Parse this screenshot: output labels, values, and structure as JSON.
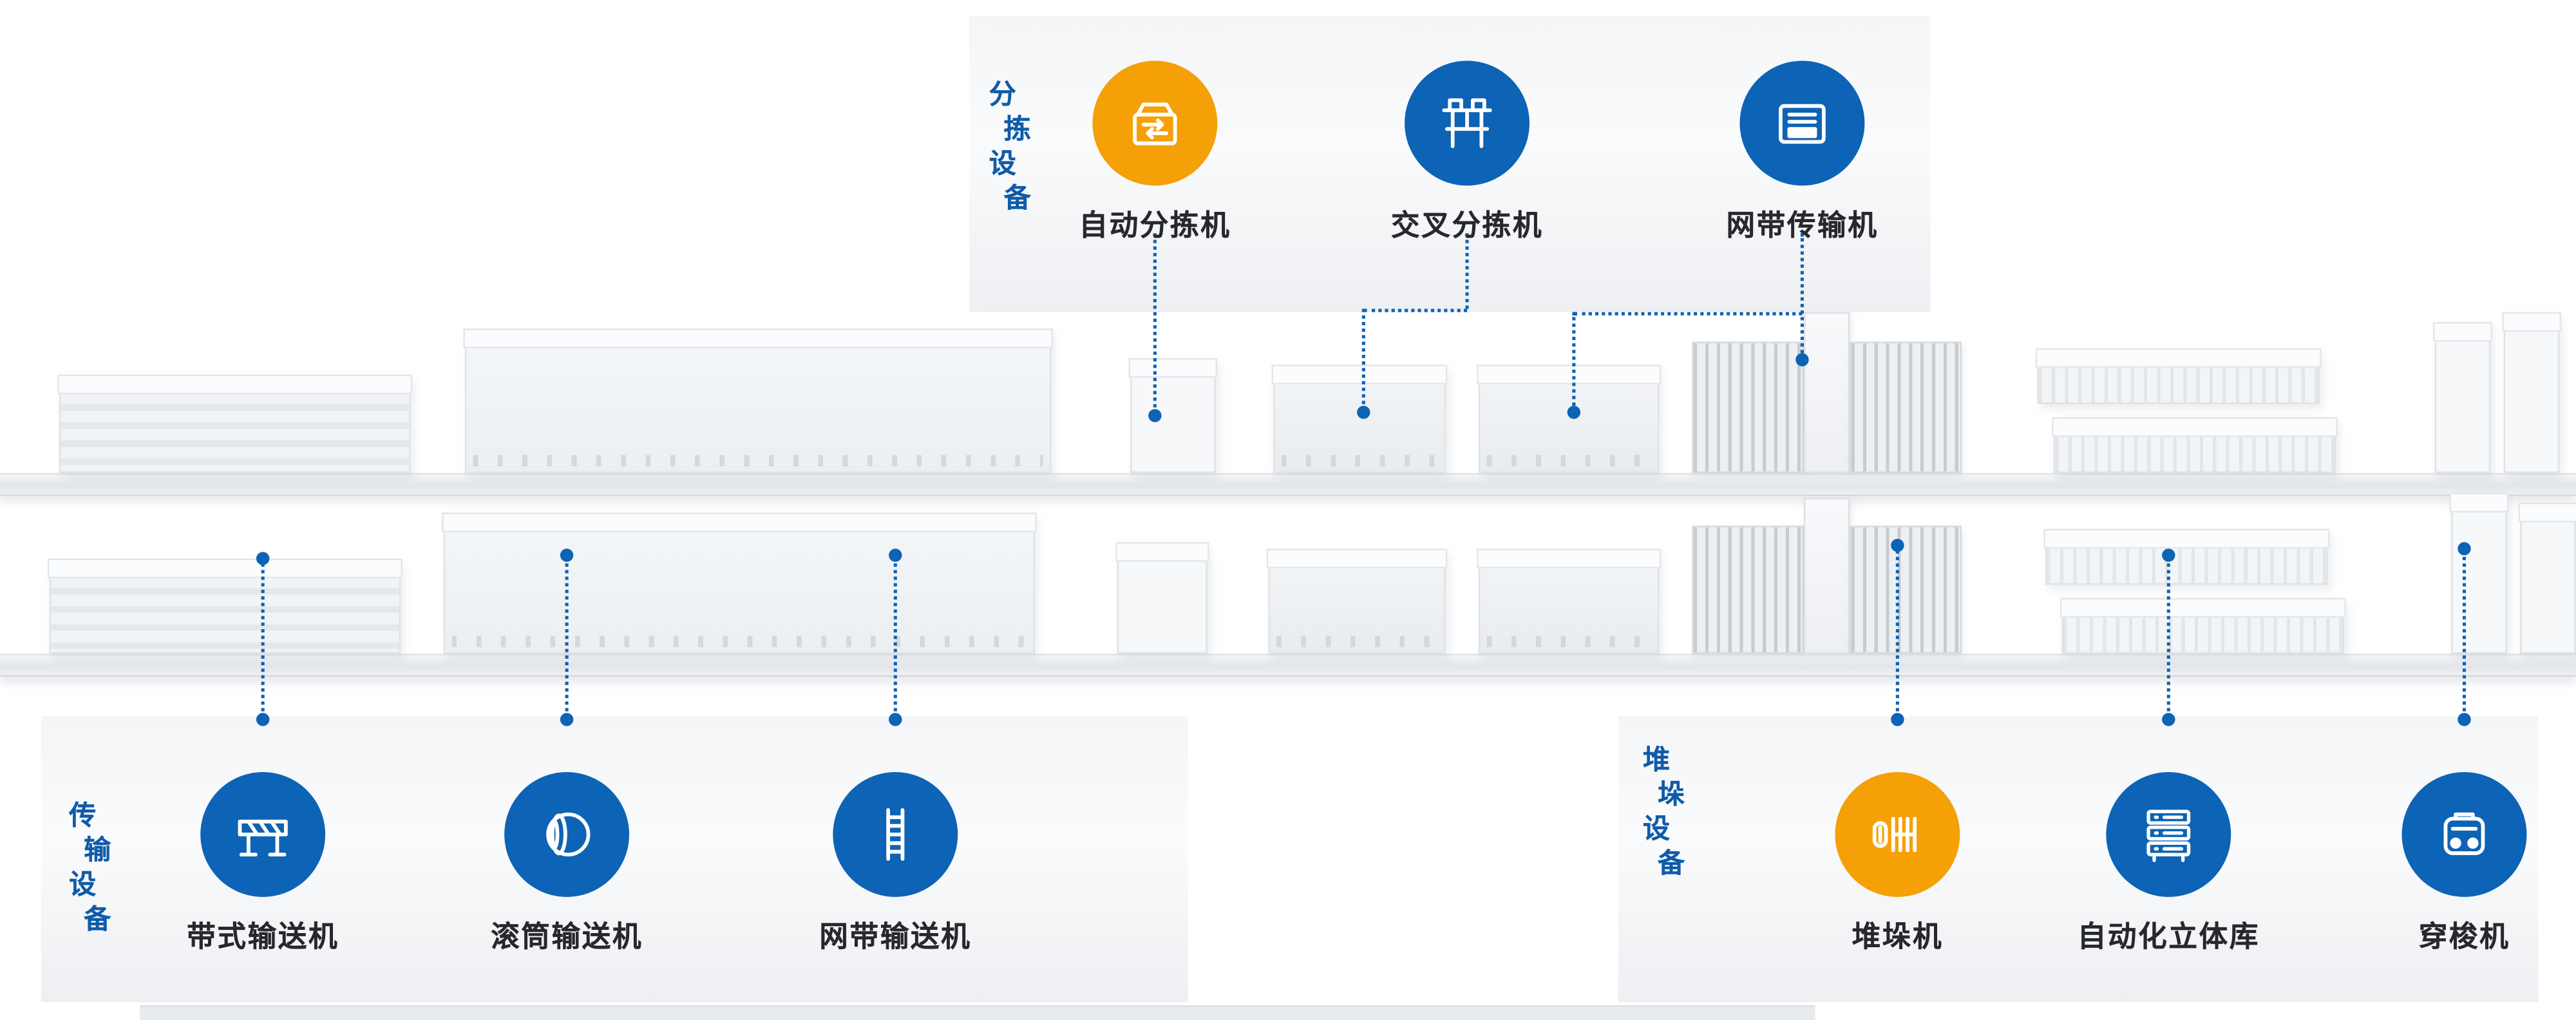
{
  "colors": {
    "accent_blue": "#0d63b5",
    "accent_orange": "#f5a006",
    "section_title": "#0f5ba8",
    "item_label": "#26282b",
    "panel_bg": "#f2f4f6"
  },
  "sections": {
    "sorting": {
      "title": "分拣设备",
      "items": [
        {
          "label": "自动分拣机",
          "icon": "auto-sorter-icon",
          "accent": "orange"
        },
        {
          "label": "交叉分拣机",
          "icon": "cross-sorter-icon",
          "accent": "blue"
        },
        {
          "label": "网带传输机",
          "icon": "mesh-belt-transfer-icon",
          "accent": "blue"
        }
      ]
    },
    "transport": {
      "title": "传输设备",
      "items": [
        {
          "label": "带式输送机",
          "icon": "belt-conveyor-icon",
          "accent": "blue"
        },
        {
          "label": "滚筒输送机",
          "icon": "roller-conveyor-icon",
          "accent": "blue"
        },
        {
          "label": "网带输送机",
          "icon": "mesh-conveyor-icon",
          "accent": "blue"
        }
      ]
    },
    "stacking": {
      "title": "堆垛设备",
      "items": [
        {
          "label": "堆垛机",
          "icon": "stacker-crane-icon",
          "accent": "orange"
        },
        {
          "label": "自动化立体库",
          "icon": "automated-warehouse-icon",
          "accent": "blue"
        },
        {
          "label": "穿梭机",
          "icon": "shuttle-icon",
          "accent": "blue"
        }
      ]
    }
  }
}
